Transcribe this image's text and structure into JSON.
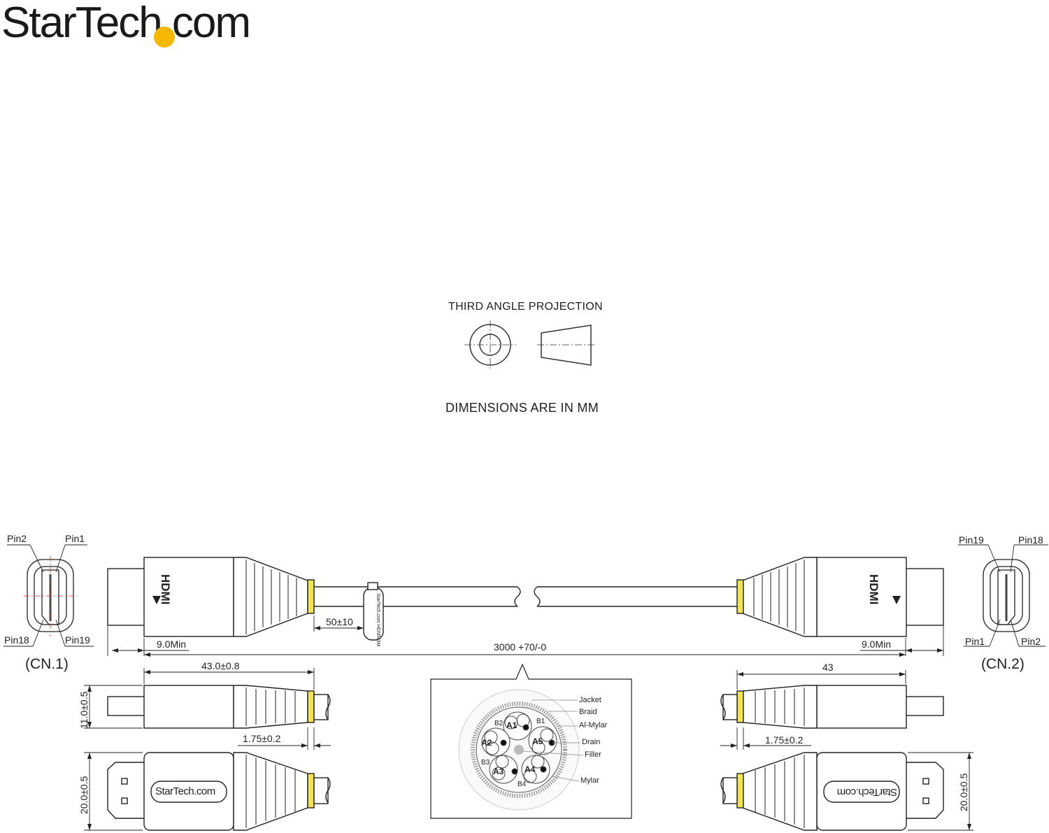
{
  "brand": {
    "logo_text": "StarTech.com",
    "logo_dot_color": "#f5b800"
  },
  "projection": {
    "title": "THIRD ANGLE PROJECTION",
    "units_note": "DIMENSIONS ARE IN MM"
  },
  "connectors": {
    "cn1": {
      "label": "(CN.1)",
      "pin_labels": [
        "Pin2",
        "Pin1",
        "Pin18",
        "Pin19"
      ]
    },
    "cn2": {
      "label": "(CN.2)",
      "pin_labels": [
        "Pin19",
        "Pin18",
        "Pin1",
        "Pin2"
      ]
    },
    "plug_logo": "HDMI",
    "cable_tag": "StarTech.com HDMM3M"
  },
  "dimensions": {
    "total_length": "3000 +70/-0",
    "tag_offset": "50±10",
    "left_min": "9.0Min",
    "right_min": "9.0Min",
    "left_plug_length": "43.0±0.8",
    "right_plug_length": "43",
    "left_height": "11.0±0.5",
    "left_gap": "1.75±0.2",
    "right_gap": "1.75±0.2",
    "left_width": "20.0±0.5",
    "right_width": "20.0±0.5"
  },
  "cross_section": {
    "layers": [
      "Jacket",
      "Braid",
      "Al-Mylar",
      "Drain",
      "Filler",
      "Mylar"
    ],
    "pairs": [
      "A1",
      "A2",
      "A3",
      "A4",
      "A5"
    ],
    "shields": [
      "B1",
      "B2",
      "B3",
      "B4"
    ]
  },
  "colors": {
    "strain_relief_accent": "#f3e44a",
    "line": "#222222"
  }
}
